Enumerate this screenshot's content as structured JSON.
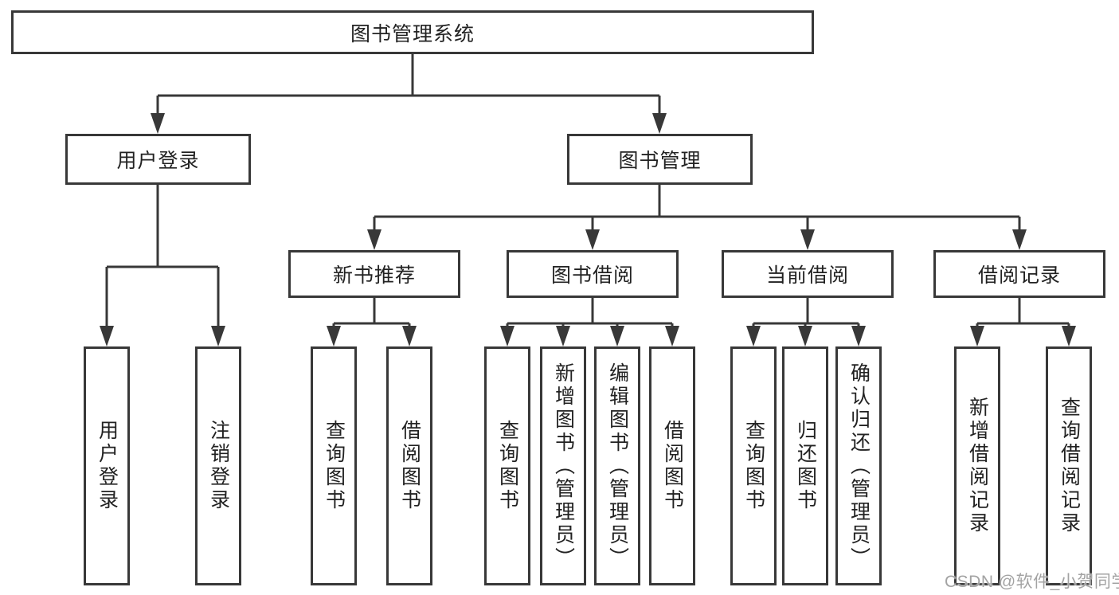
{
  "tree": {
    "label": "图书管理系统",
    "children": [
      {
        "label": "用户登录",
        "children": [
          {
            "label": "用户登录"
          },
          {
            "label": "注销登录"
          }
        ]
      },
      {
        "label": "图书管理",
        "children": [
          {
            "label": "新书推荐",
            "children": [
              {
                "label": "查询图书"
              },
              {
                "label": "借阅图书"
              }
            ]
          },
          {
            "label": "图书借阅",
            "children": [
              {
                "label": "查询图书"
              },
              {
                "label": "新增图书（管理员）"
              },
              {
                "label": "编辑图书（管理员）"
              },
              {
                "label": "借阅图书"
              }
            ]
          },
          {
            "label": "当前借阅",
            "children": [
              {
                "label": "查询图书"
              },
              {
                "label": "归还图书"
              },
              {
                "label": "确认归还（管理员）"
              }
            ]
          },
          {
            "label": "借阅记录",
            "children": [
              {
                "label": "新增借阅记录"
              },
              {
                "label": "查询借阅记录"
              }
            ]
          }
        ]
      }
    ]
  },
  "watermark": {
    "text": "CSDN @软件_小贺同学"
  },
  "colors": {
    "line": "#383838",
    "text": "#222222",
    "watermark": "#969696",
    "background": "#ffffff"
  }
}
